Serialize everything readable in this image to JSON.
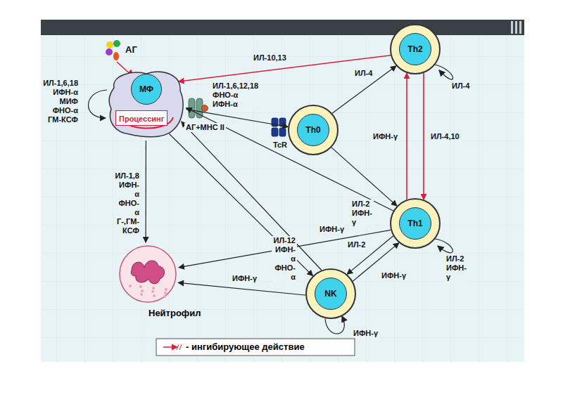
{
  "diagram": {
    "nodes": [
      {
        "text": [
          "МФ"
        ]
      },
      {
        "text": [
          "Процессинг"
        ],
        "in": 0
      },
      {
        "text": [
          "Th0"
        ]
      },
      {
        "text": [
          "Th2"
        ]
      },
      {
        "text": [
          "Th1"
        ]
      },
      {
        "text": [
          "NK"
        ]
      },
      {
        "text": [
          "Нейтрофил"
        ]
      }
    ],
    "edges": [
      {
        "from": 3,
        "to": 0,
        "label": "ИЛ-10,13",
        "arrow": "to"
      },
      {
        "from": 0,
        "to": 2,
        "label": "ИЛ-1,6,12,18 ФНО-α ИФН-α",
        "arrow": "to"
      },
      {
        "from": 2,
        "to": 3,
        "label": "ИЛ-4",
        "arrow": "to"
      },
      {
        "from": 2,
        "to": 4,
        "arrow": "to"
      },
      {
        "from": 4,
        "to": 3,
        "label": "ИФН-γ",
        "arrow": "to"
      },
      {
        "from": 3,
        "to": 4,
        "label": "ИЛ-4,10",
        "arrow": "to"
      },
      {
        "from": 0,
        "to": 6,
        "label": "ИЛ-1,8 ИФН-α ФНО-α Г-,ГМ-КСФ",
        "arrow": "to"
      },
      {
        "from": 4,
        "to": 6,
        "label": "ИФН-γ",
        "arrow": "to"
      },
      {
        "from": 5,
        "to": 6,
        "label": "ИФН-γ",
        "arrow": "to"
      },
      {
        "from": 0,
        "to": 5,
        "label": "ИЛ-12 ИФН-α ФНО-α",
        "arrow": "to"
      },
      {
        "from": 5,
        "to": 0,
        "arrow": "to"
      },
      {
        "from": 4,
        "to": 0,
        "label": "ИЛ-2 ИФН-γ",
        "arrow": "to"
      },
      {
        "from": 4,
        "to": 5,
        "label": "ИЛ-2",
        "arrow": "to"
      },
      {
        "from": 5,
        "to": 4,
        "label": "ИФН-γ",
        "arrow": "to"
      }
    ],
    "labels": [
      "АГ",
      "ИЛ-1,6,18 ИФН-α МИФ ФНО-α ГМ-КСФ",
      "АГ+MHC II",
      "TcR",
      "ИЛ-4",
      "ИЛ-2 ИФН-γ",
      "ИФН-γ"
    ],
    "legend": [
      {
        "text": "- ингибирующее действие"
      }
    ]
  }
}
